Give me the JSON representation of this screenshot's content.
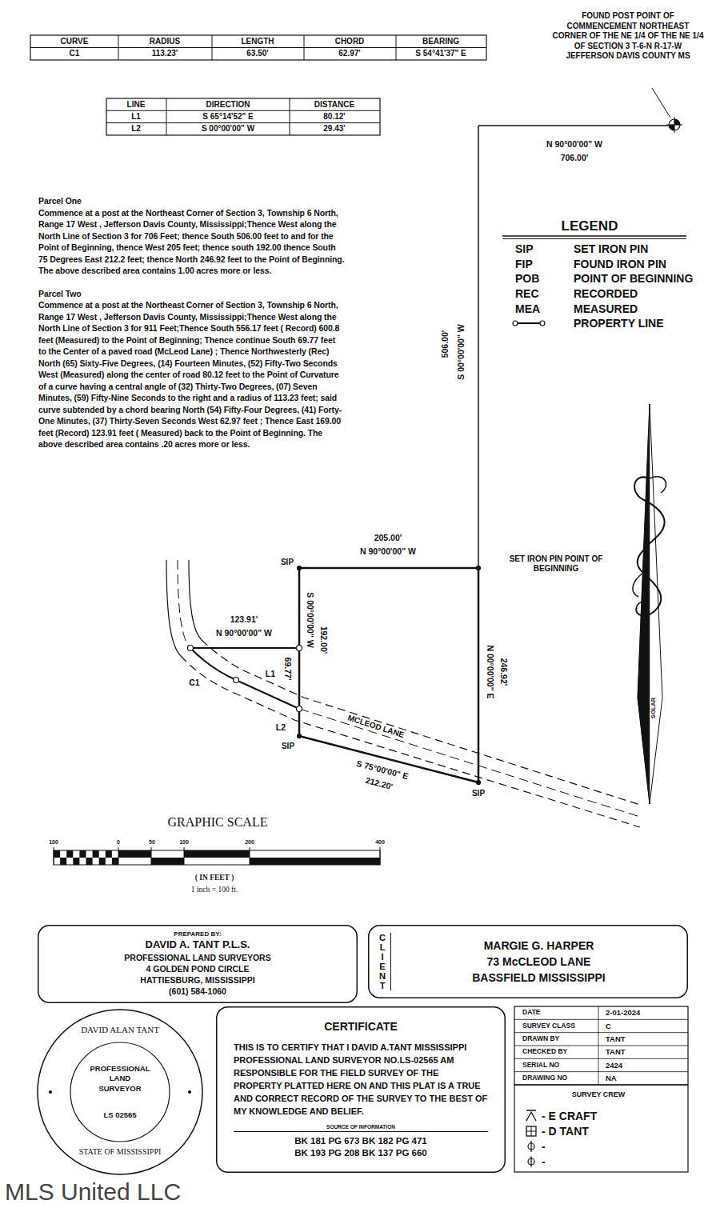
{
  "diagram": {
    "nodes": [
      {
        "text": [
          "PREPARED BY:",
          "DAVID A. TANT P.L.S.",
          "PROFESSIONAL LAND SURVEYORS",
          "4 GOLDEN POND CIRCLE",
          "HATTIESBURG, MISSISSIPPI",
          "(601) 584-1060"
        ]
      },
      {
        "text": [
          "CLIENT",
          "MARGIE G. HARPER",
          "73 McCLEOD LANE",
          "BASSFIELD MISSISSIPPI"
        ]
      },
      {
        "text": [
          "DAVID ALAN TANT",
          "PROFESSIONAL LAND SURVEYOR",
          "LS 02565",
          "STATE OF MISSISSIPPI"
        ]
      },
      {
        "text": [
          "CERTIFICATE",
          "THIS IS TO CERTIFY THAT I DAVID A.TANT MISSISSIPPI PROFESSIONAL LAND SURVEYOR NO.LS-02565 AM RESPONSIBLE FOR THE FIELD SURVEY OF THE PROPERTY PLATTED HERE ON AND THIS PLAT IS A TRUE AND CORRECT RECORD OF THE SURVEY TO THE BEST OF MY KNOWLEDGE AND BELIEF.",
          "SOURCE OF INFORMATION",
          "BK 181 PG 673 BK 182 PG 471 BK 193 PG 208 BK 137 PG 660"
        ]
      }
    ],
    "labels": [
      "CURVE",
      "RADIUS",
      "LENGTH",
      "CHORD",
      "BEARING",
      "C1",
      "113.23'",
      "63.50'",
      "62.97'",
      "S 54°41'37\" E",
      "LINE",
      "DIRECTION",
      "DISTANCE",
      "L1",
      "S 65°14'52\" E",
      "80.12'",
      "L2",
      "S 00°00'00\" W",
      "29.43'",
      "FOUND POST POINT OF COMMENCEMENT NORTHEAST CORNER OF THE NE 1/4 OF THE NE 1/4 OF SECTION 3 T-6-N R-17-W JEFFERSON DAVIS COUNTY MS",
      "N 90°00'00\" W",
      "706.00'",
      "506.00'",
      "S 00°00'00\" W",
      "LEGEND",
      "SIP",
      "FIP",
      "POB",
      "REC",
      "MEA",
      "Parcel One",
      "Commence at a post at the Northeast Corner of Section 3, Township 6 North, Range 17 West , Jefferson Davis County, Mississippi;Thence West along the North Line of Section 3 for 706 Feet; thence South 506.00 feet to and for the Point of Beginning, thence West 205 feet; thence south 192.00 thence South 75 Degrees East 212.2 feet; thence North 246.92 feet to the Point of Beginning.",
      "The above described area contains 1.00 acres more or less.",
      "Parcel Two",
      "Commence at a post at the Northeast Corner of Section 3, Township 6 North, Range 17 West , Jefferson Davis County, Mississippi;Thence West along the North Line of Section 3 for 911 Feet;Thence South 556.17 feet ( Record) 600.8 feet (Measured) to the Point of Beginning; Thence continue South 69.77 feet to the Center of a paved road (McLeod Lane) ; Thence Northwesterly (Rec) North (65) Sixty-Five Degrees, (14) Fourteen Minutes, (52) Fifty-Two Seconds West (Measured) along the center of road 80.12 feet to the Point of Curvature of a curve having a central angle of (32) Thirty-Two Degrees, (07) Seven Minutes, (59) Fifty-Nine Seconds to the right and a radius of 113.23 feet; said curve subtended by a chord bearing North (54) Fifty-Four Degrees, (41) Forty-One Minutes, (37) Thirty-Seven Seconds West 62.97 feet ; Thence East 169.00 feet (Record) 123.91 feet ( Measured) back to the Point of Beginning. The above described area contains .20 acres more or less.",
      "205.00'",
      "N 90°00'00\" W",
      "SIP",
      "SET IRON PIN POINT OF BEGINNING",
      "123.91'",
      "N 90°00'00\" W",
      "S 00°00'00\" W",
      "192.00'",
      "69.77'",
      "C1",
      "L1",
      "L2",
      "SIP",
      "N 00°00'00\" E",
      "246.92'",
      "MCLEOD LANE",
      "S 75°00'00\" E",
      "212.20'",
      "SIP",
      "SOLAR",
      "GRAPHIC SCALE",
      "100",
      "0",
      "50",
      "100",
      "200",
      "400",
      "( IN FEET )",
      "1 inch = 100 ft.",
      "DATE",
      "2-01-2024",
      "SURVEY CLASS",
      "C",
      "DRAWN BY",
      "TANT",
      "CHECKED BY",
      "TANT",
      "SERIAL NO",
      "2424",
      "DRAWING NO",
      "NA",
      "SURVEY CREW",
      "- E CRAFT",
      "- D TANT",
      "-",
      "-",
      "MLS United LLC"
    ],
    "legend": [
      {
        "text": "SET IRON PIN"
      },
      {
        "text": "FOUND IRON PIN"
      },
      {
        "text": "POINT OF BEGINNING"
      },
      {
        "text": "RECORDED"
      },
      {
        "text": "MEASURED"
      },
      {
        "text": "PROPERTY LINE"
      }
    ]
  }
}
